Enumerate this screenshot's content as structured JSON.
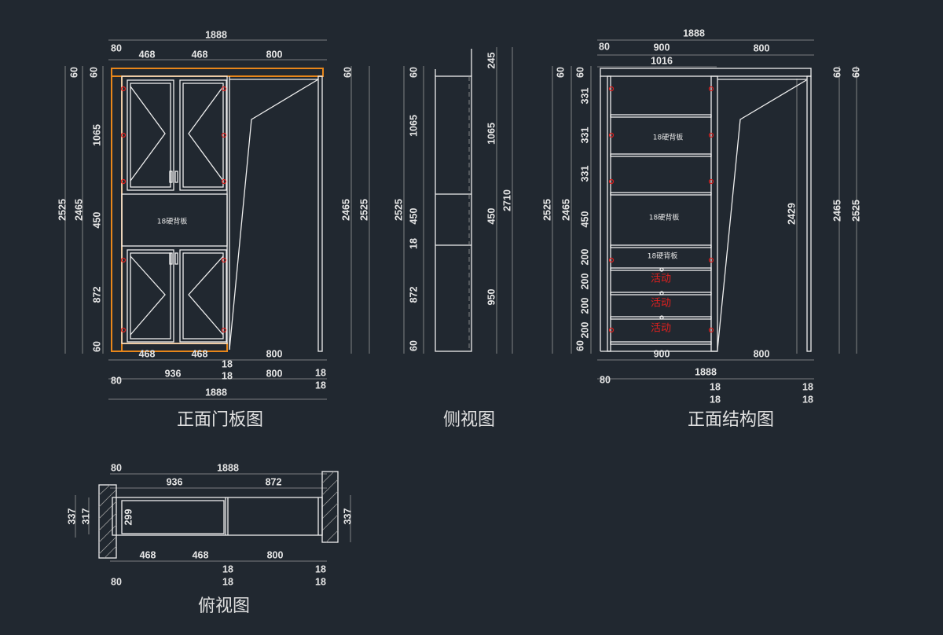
{
  "colors": {
    "background": "#212830",
    "lines": "#eeeeee",
    "highlight": "#e8861a",
    "marker": "#e0201e"
  },
  "front_door": {
    "title": "正面门板图",
    "back_panel_label": "18硬背板",
    "dims": [
      "1888",
      "80",
      "468",
      "468",
      "800",
      "2525",
      "2465",
      "60",
      "60",
      "1065",
      "450",
      "872",
      "60",
      "60",
      "2465",
      "2525",
      "468",
      "468",
      "800",
      "18",
      "80",
      "936",
      "18",
      "800",
      "18",
      "18",
      "1888"
    ]
  },
  "side_view": {
    "title": "侧视图",
    "dims": [
      "2525",
      "60",
      "1065",
      "450",
      "18",
      "872",
      "60",
      "245",
      "1065",
      "450",
      "950",
      "2710"
    ]
  },
  "front_structure": {
    "title": "正面结构图",
    "back_panel_labels": [
      "18硬背板",
      "18硬背板",
      "18硬背板"
    ],
    "movable_labels": [
      "活动",
      "活动",
      "活动"
    ],
    "dims": [
      "1888",
      "80",
      "900",
      "1016",
      "800",
      "2525",
      "2465",
      "60",
      "60",
      "331",
      "331",
      "331",
      "450",
      "200",
      "200",
      "200",
      "200",
      "60",
      "2429",
      "60",
      "60",
      "2465",
      "2525",
      "900",
      "800",
      "80",
      "1888",
      "18",
      "18",
      "18",
      "18"
    ]
  },
  "top_view": {
    "title": "俯视图",
    "dims": [
      "1888",
      "80",
      "936",
      "872",
      "337",
      "317",
      "299",
      "337",
      "468",
      "468",
      "800",
      "18",
      "18",
      "18",
      "18",
      "80"
    ]
  }
}
